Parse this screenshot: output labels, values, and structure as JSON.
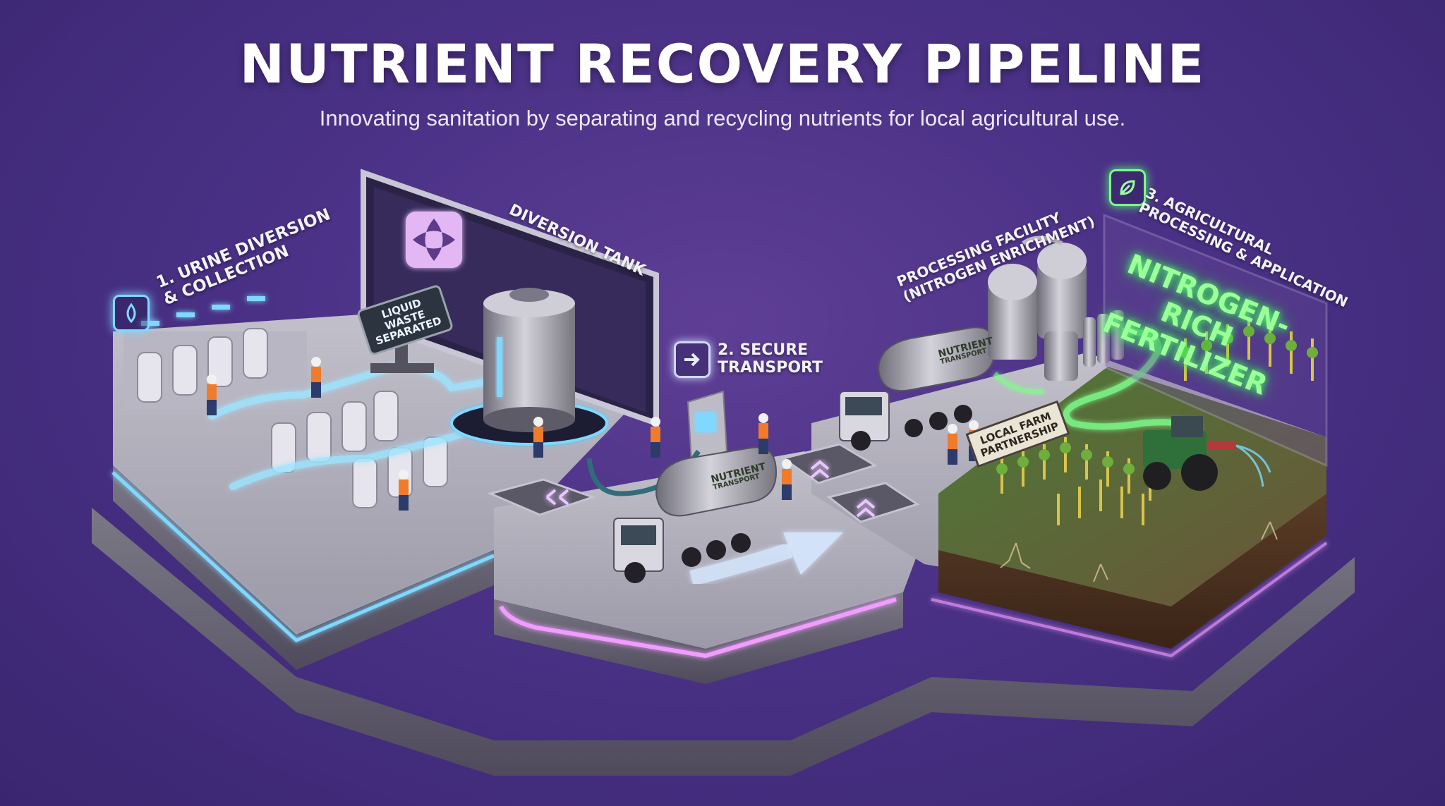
{
  "header": {
    "title": "NUTRIENT RECOVERY PIPELINE",
    "subtitle": "Innovating sanitation by separating and recycling nutrients for local agricultural use."
  },
  "stages": {
    "collection": {
      "label_line1": "1. URINE DIVERSION",
      "label_line2": "& COLLECTION",
      "icon": "water-drop-icon"
    },
    "diversion_tank": {
      "label": "DIVERSION TANK",
      "icon": "flower-logo-icon"
    },
    "separation_sign": {
      "line1": "LIQUID WASTE",
      "line2": "SEPARATED"
    },
    "transport": {
      "label_line1": "2. SECURE",
      "label_line2": "TRANSPORT",
      "icon": "arrow-right-icon"
    },
    "processing": {
      "label_line1": "PROCESSING FACILITY",
      "label_line2": "(NITROGEN ENRICHMENT)"
    },
    "agriculture": {
      "label_line1": "3. AGRICULTURAL",
      "label_line2": "PROCESSING & APPLICATION",
      "icon": "leaf-icon",
      "panel_line1": "NITROGEN-RICH",
      "panel_line2": "FERTILIZER"
    },
    "farm_sign": {
      "line1": "LOCAL FARM",
      "line2": "PARTNERSHIP"
    },
    "truck_branding": {
      "line1": "NUTRIENT",
      "line2": "TRANSPORT"
    }
  },
  "colors": {
    "background": "#4a3186",
    "cyan_glow": "#7fd8ff",
    "pink_glow": "#f19cff",
    "green_glow": "#4cff6a",
    "platform": "#a9a7b3"
  }
}
